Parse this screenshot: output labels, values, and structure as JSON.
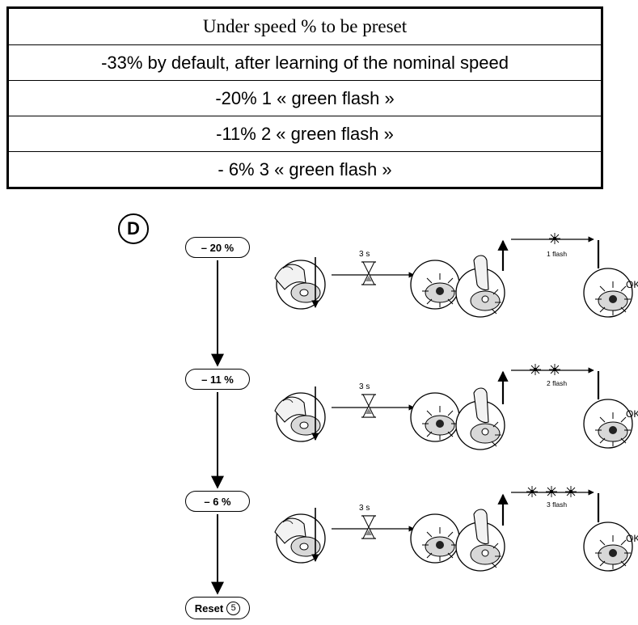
{
  "table": {
    "header": "Under speed % to be preset",
    "rows": [
      "-33% by default, after learning of the nominal speed",
      "-20%  1 « green flash »",
      "-11%  2 « green flash »",
      "- 6%  3 « green flash »"
    ]
  },
  "diagram": {
    "badge": "D",
    "steps": [
      {
        "label": "– 20 %",
        "timer": "3 s",
        "flash": "1 flash",
        "flash_count": 1,
        "result": "OK"
      },
      {
        "label": "– 11 %",
        "timer": "3 s",
        "flash": "2 flash",
        "flash_count": 2,
        "result": "OK"
      },
      {
        "label": "– 6 %",
        "timer": "3 s",
        "flash": "3 flash",
        "flash_count": 3,
        "result": "OK"
      }
    ],
    "reset": {
      "label": "Reset",
      "ref": "5"
    }
  },
  "colors": {
    "ink": "#000000",
    "paper": "#ffffff",
    "device": "#d8d8d8",
    "hand": "#f2f2f2"
  }
}
